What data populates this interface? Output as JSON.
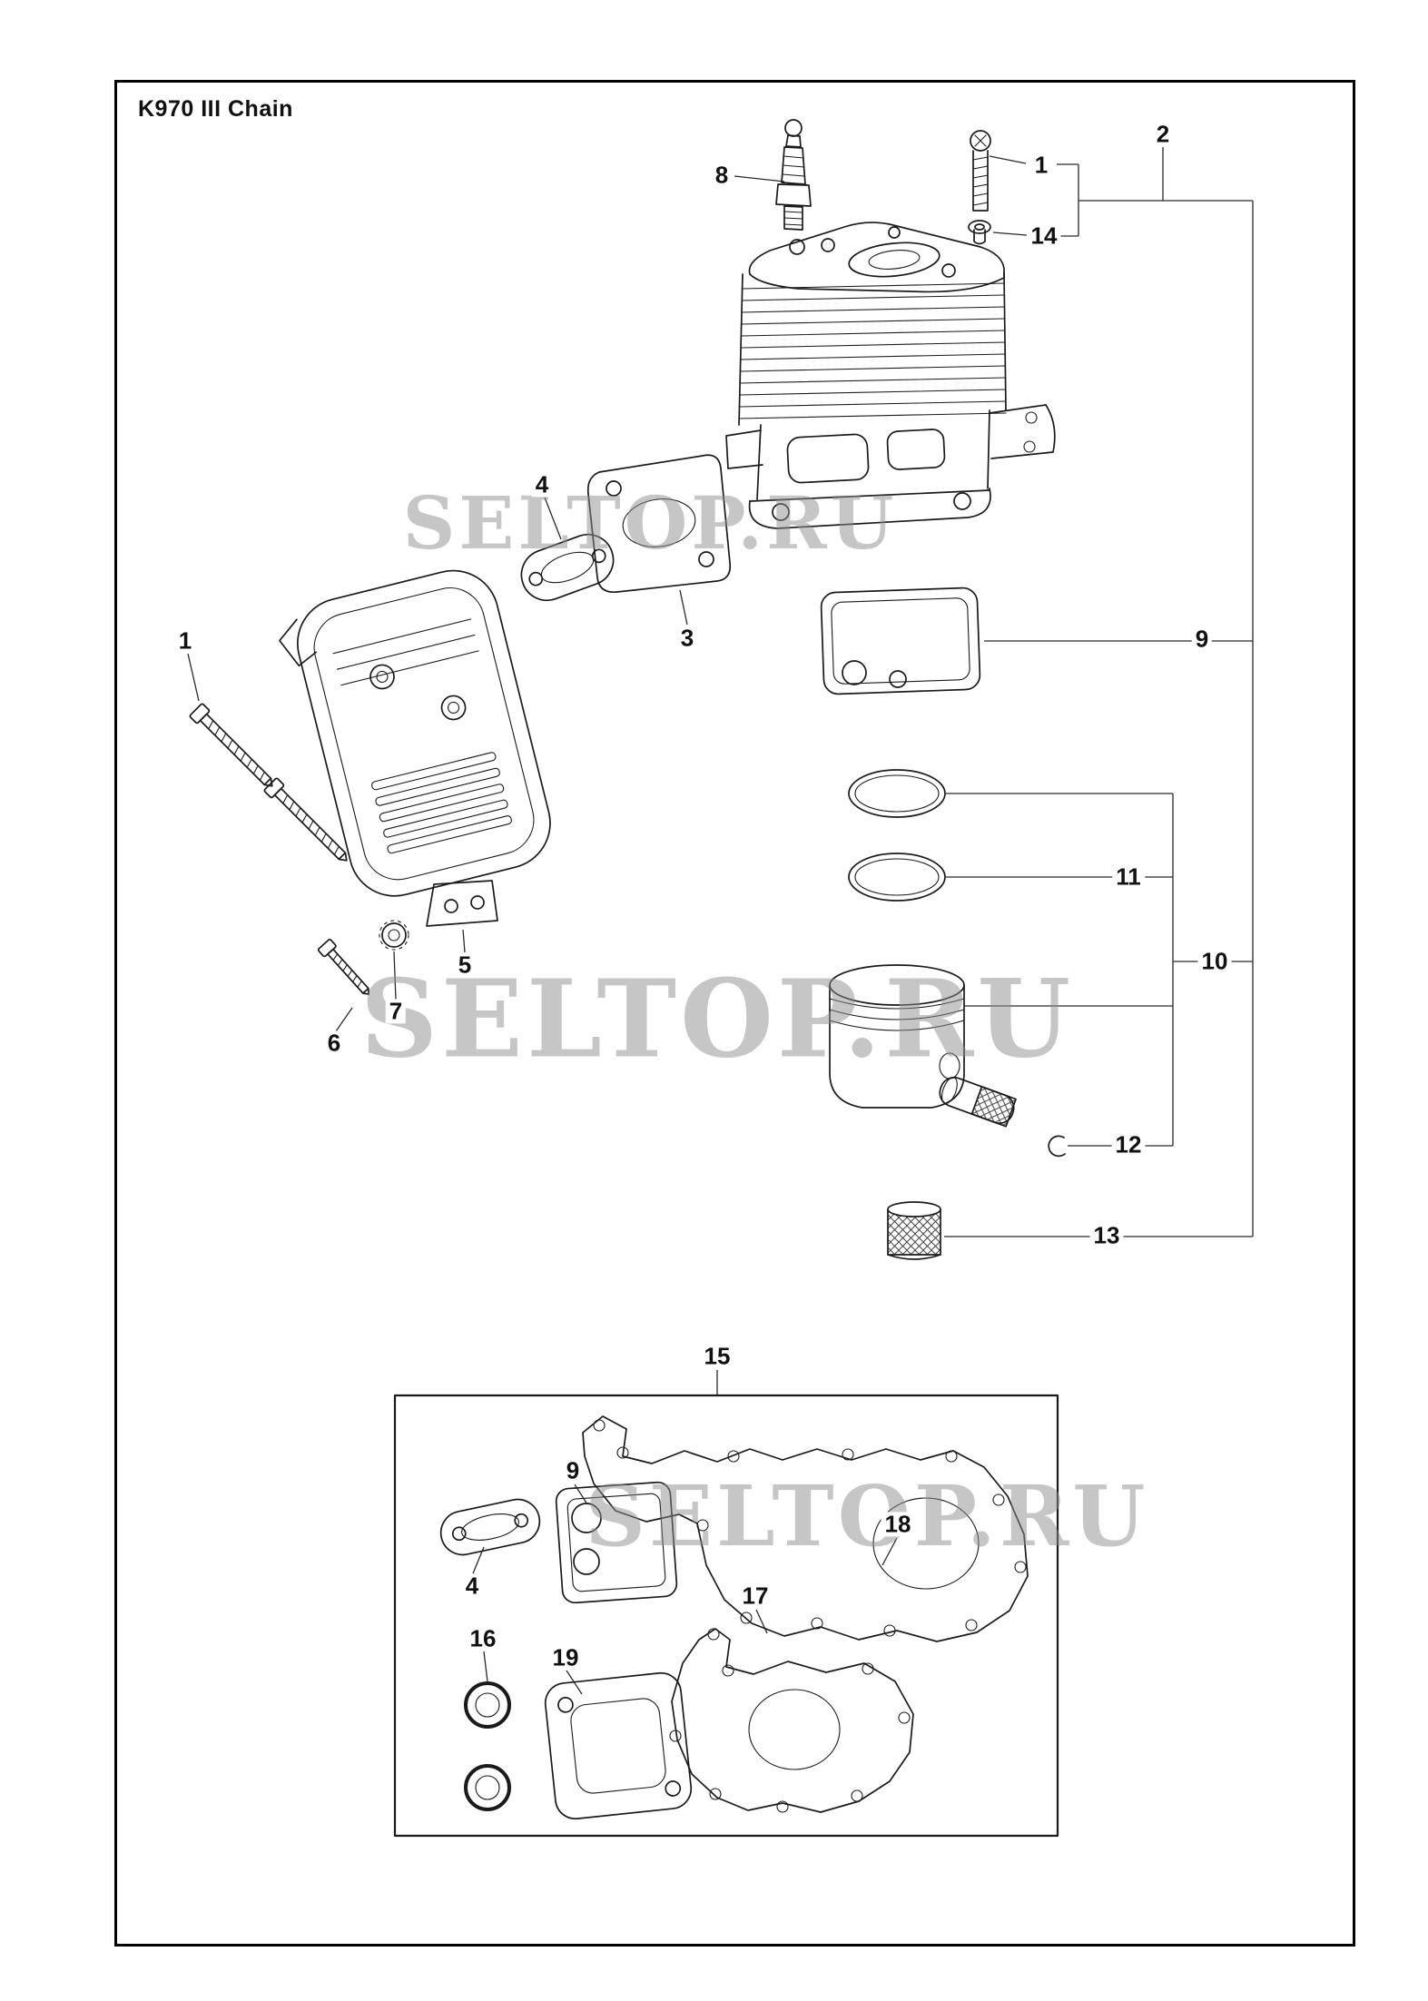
{
  "page": {
    "title": "K970 III Chain",
    "watermark": "SELTOP.RU"
  },
  "callouts": [
    {
      "text": "8"
    },
    {
      "text": "1"
    },
    {
      "text": "2"
    },
    {
      "text": "14"
    },
    {
      "text": "4"
    },
    {
      "text": "3"
    },
    {
      "text": "9"
    },
    {
      "text": "1"
    },
    {
      "text": "11"
    },
    {
      "text": "10"
    },
    {
      "text": "5"
    },
    {
      "text": "7"
    },
    {
      "text": "6"
    },
    {
      "text": "12"
    },
    {
      "text": "13"
    },
    {
      "text": "15"
    },
    {
      "text": "9"
    },
    {
      "text": "4"
    },
    {
      "text": "18"
    },
    {
      "text": "17"
    },
    {
      "text": "16"
    },
    {
      "text": "19"
    }
  ]
}
